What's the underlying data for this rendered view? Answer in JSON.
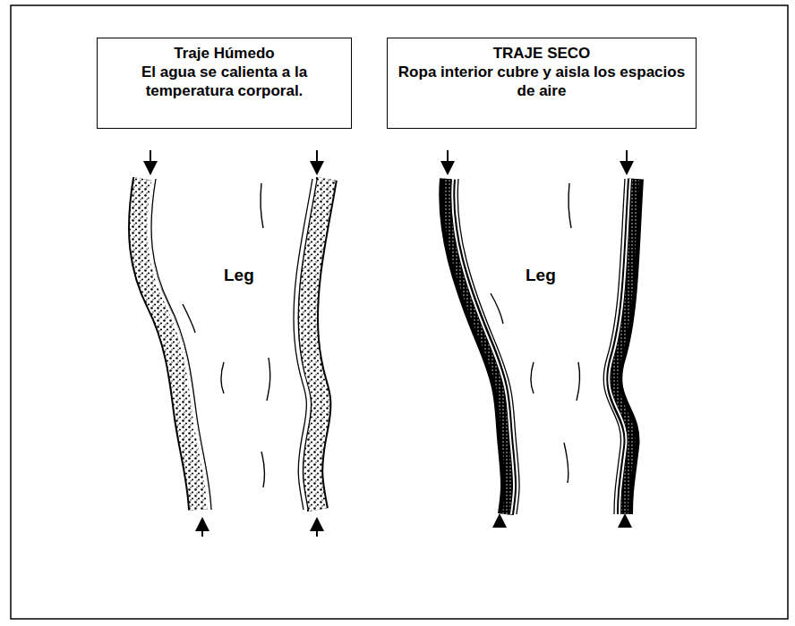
{
  "diagram": {
    "nodes": [
      {
        "text": [
          "Traje Húmedo",
          "El agua se calienta a la temperatura corporal."
        ]
      },
      {
        "text": [
          "TRAJE SECO",
          "Ropa interior cubre y aisla los espacios de aire"
        ]
      }
    ],
    "labels": [
      "Leg",
      "Leg"
    ]
  }
}
